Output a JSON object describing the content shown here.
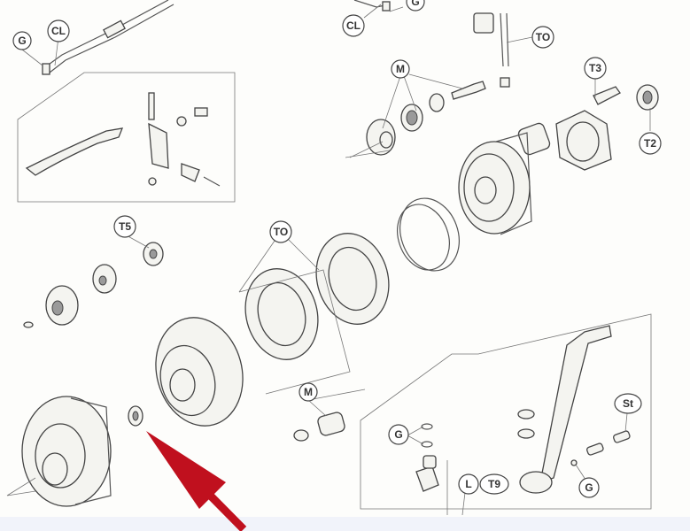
{
  "diagram": {
    "labels": {
      "g_cable": "G",
      "cl_cable": "CL",
      "cl_top": "CL",
      "g_top": "G",
      "to_arm": "TO",
      "m_shaft": "M",
      "t3": "T3",
      "t2": "T2",
      "t5": "T5",
      "to_plates": "TO",
      "m_bush": "M",
      "g_orings": "G",
      "st": "St",
      "l": "L",
      "t9": "T9",
      "g_ball": "G"
    },
    "arrow_color": "#c0101e",
    "footer_color": "#f1f3fa"
  }
}
